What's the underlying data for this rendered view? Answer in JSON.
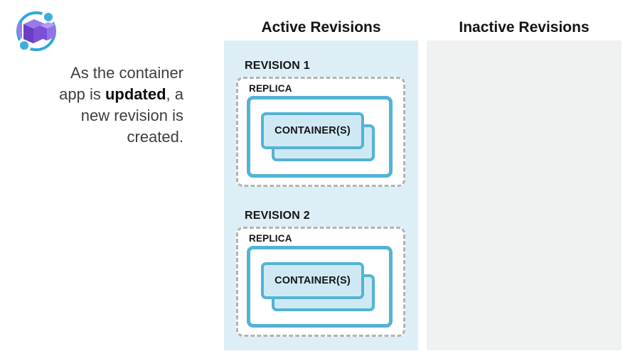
{
  "app": {
    "icon": "azure-container-apps-icon"
  },
  "description": {
    "line1": "As the container",
    "line2_pre": "app is ",
    "line2_bold": "updated",
    "line2_post": ", a",
    "line3": "new revision is",
    "line4": "created."
  },
  "columns": {
    "active": {
      "title": "Active Revisions",
      "revisions": [
        {
          "label": "REVISION 1",
          "replica_label": "REPLICA",
          "container_label": "CONTAINER(S)"
        },
        {
          "label": "REVISION 2",
          "replica_label": "REPLICA",
          "container_label": "CONTAINER(S)"
        }
      ]
    },
    "inactive": {
      "title": "Inactive Revisions",
      "revisions": []
    }
  },
  "colors": {
    "active_panel_bg": "#ddeef6",
    "inactive_panel_bg": "#f0f1f1",
    "outline_blue": "#53b3d5",
    "container_fill": "#cfe9f4",
    "dashed_gray": "#b3b3b3",
    "icon_blue": "#2fa8da",
    "icon_purple": "#7e50d6"
  }
}
